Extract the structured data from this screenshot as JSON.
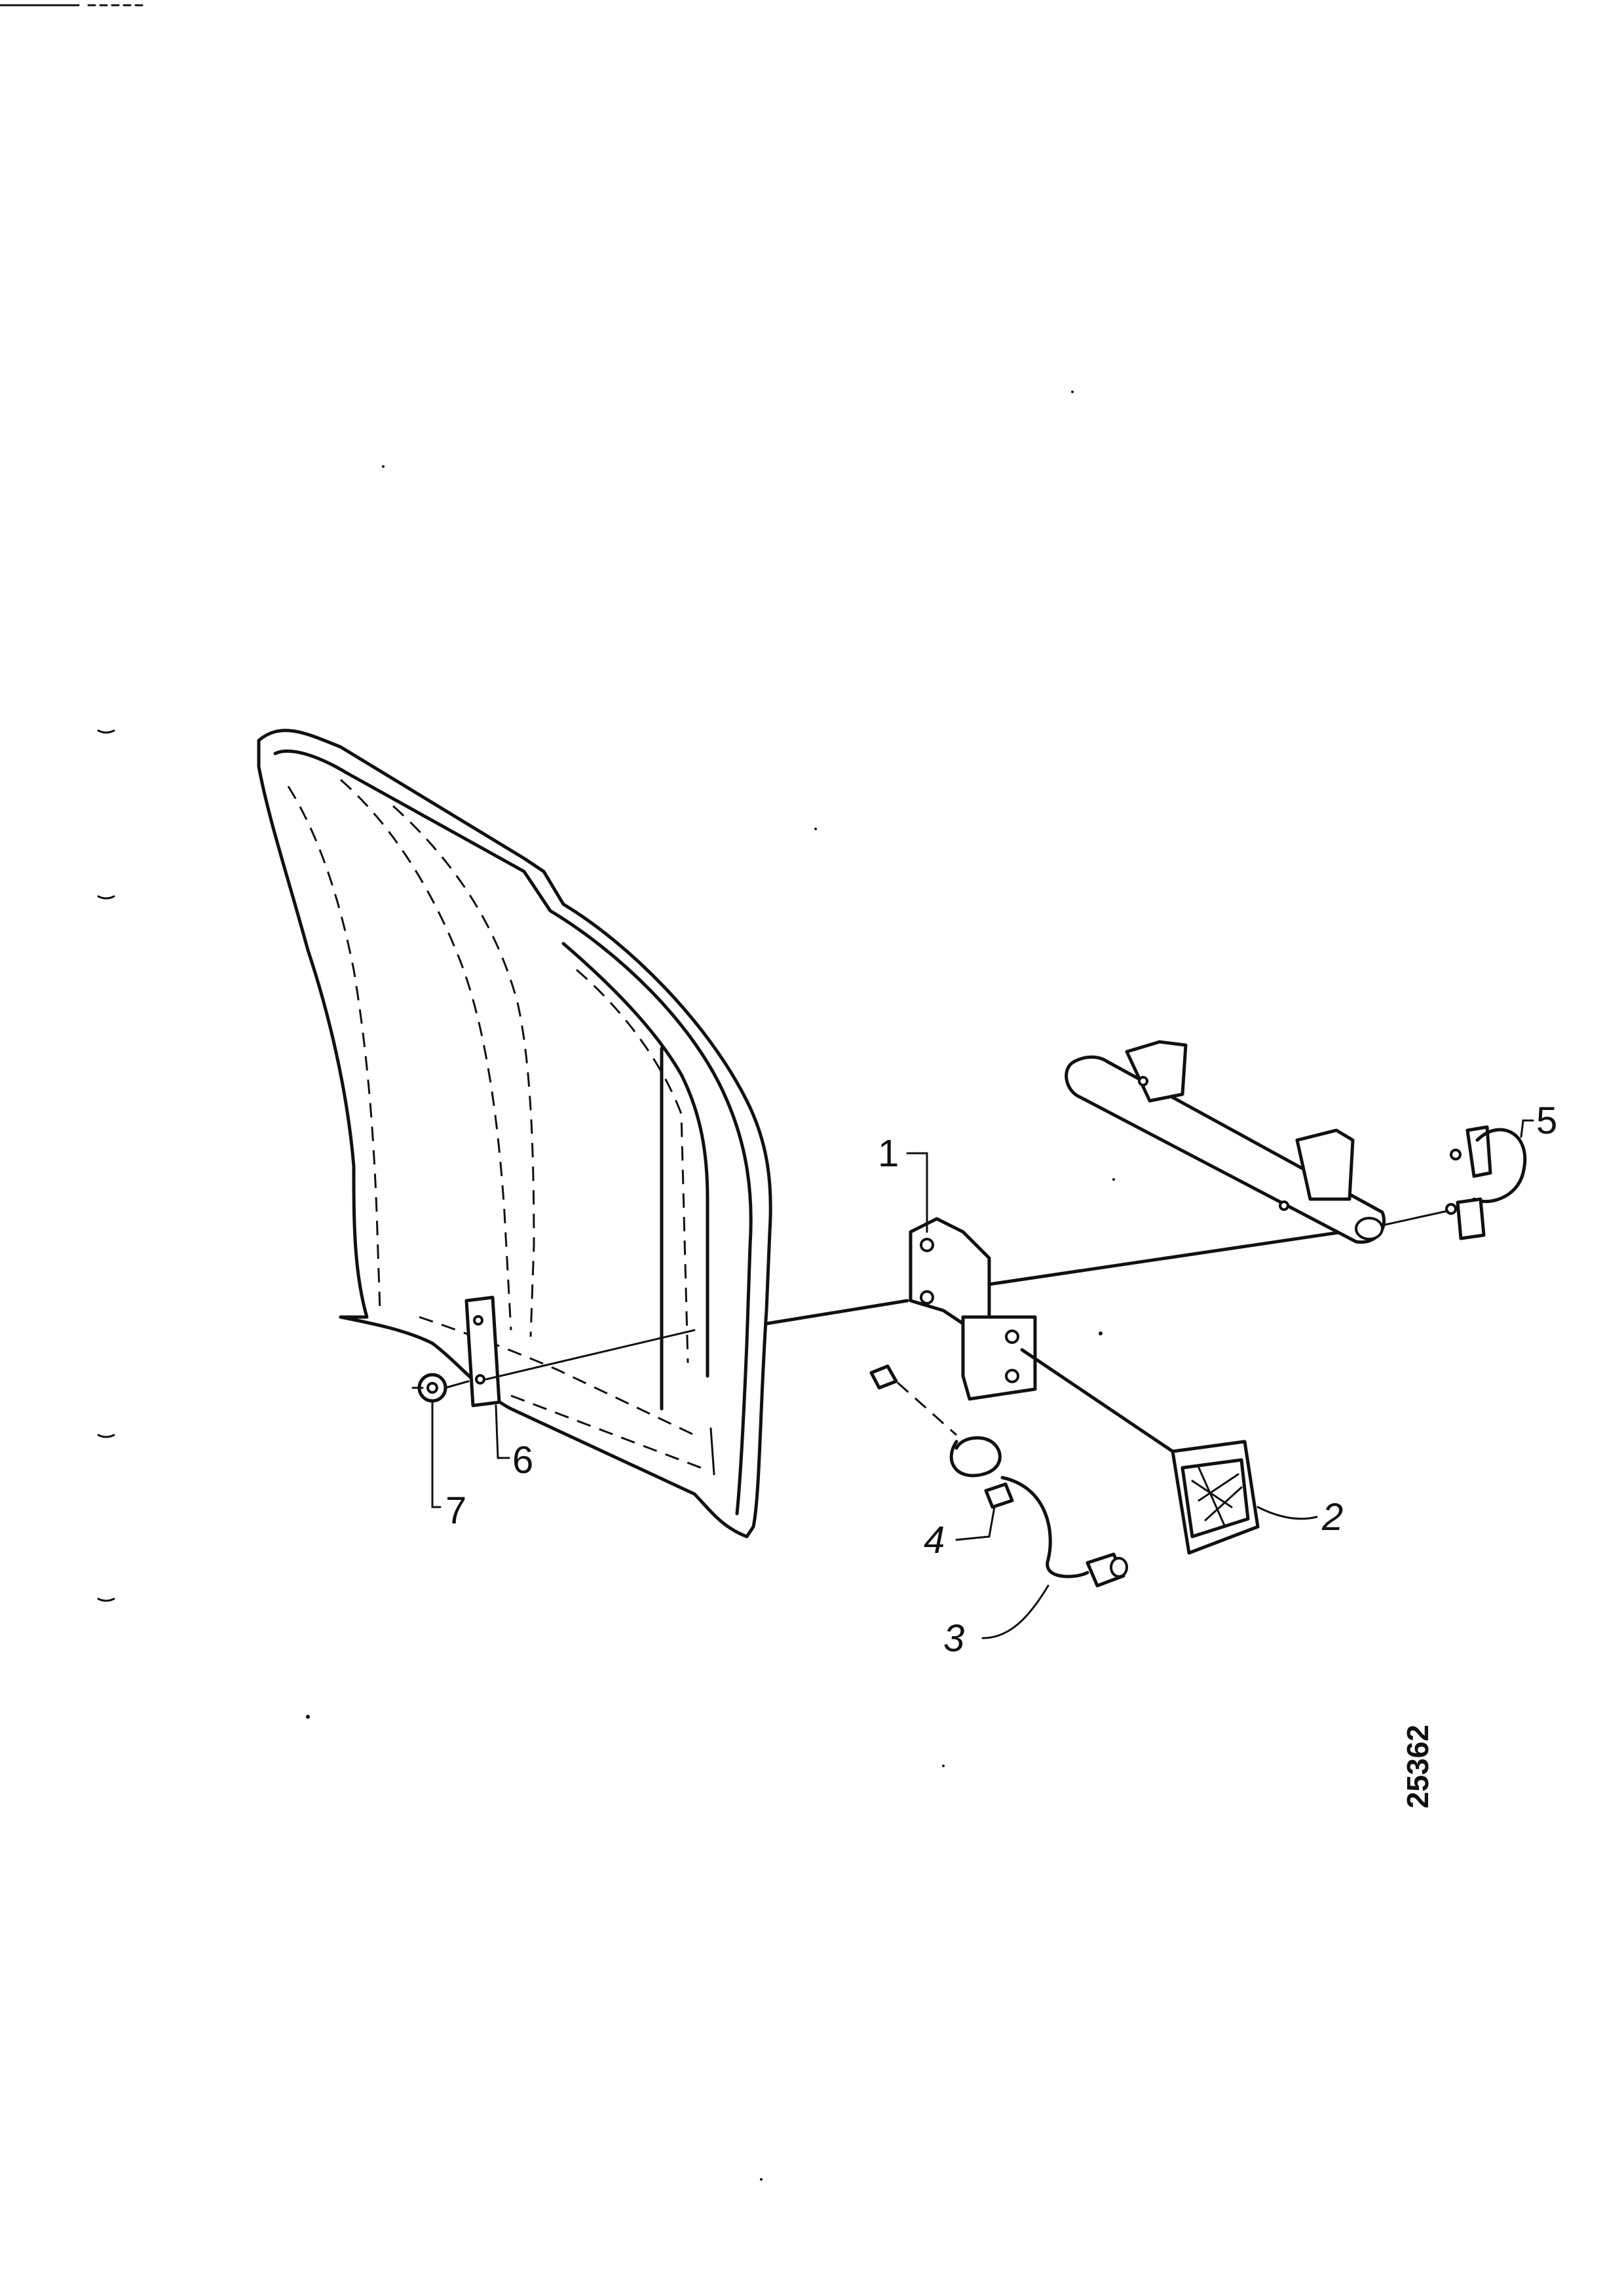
{
  "figure_number": "25362",
  "callouts": [
    {
      "id": "1",
      "text": "1"
    },
    {
      "id": "2",
      "text": "2"
    },
    {
      "id": "3",
      "text": "3"
    },
    {
      "id": "4",
      "text": "4"
    },
    {
      "id": "5",
      "text": "5"
    },
    {
      "id": "6",
      "text": "6"
    },
    {
      "id": "7",
      "text": "7"
    }
  ]
}
